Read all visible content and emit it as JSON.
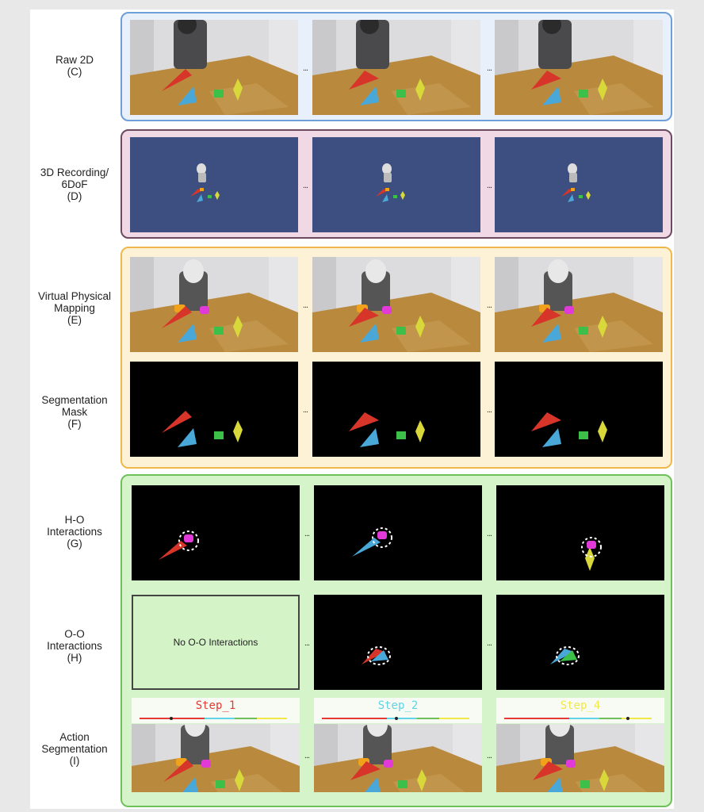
{
  "rows": {
    "raw2d": {
      "lines": [
        "Raw 2D",
        "(C)"
      ]
    },
    "recording3d": {
      "lines": [
        "3D Recording/",
        "6DoF",
        "(D)"
      ]
    },
    "vpm": {
      "lines": [
        "Virtual Physical",
        "Mapping",
        "(E)"
      ]
    },
    "segmask": {
      "lines": [
        "Segmentation",
        "Mask",
        "(F)"
      ]
    },
    "ho": {
      "lines": [
        "H-O",
        "Interactions",
        "(G)"
      ]
    },
    "oo": {
      "lines": [
        "O-O",
        "Interactions",
        "(H)"
      ]
    },
    "action": {
      "lines": [
        "Action",
        "Segmentation",
        "(I)"
      ]
    }
  },
  "ellipsis": "...",
  "no_oo_text": "No O-O Interactions",
  "steps": [
    {
      "label": "Step_1",
      "color": "#e53935"
    },
    {
      "label": "Step_2",
      "color": "#5fd3e8"
    },
    {
      "label": "Step_4",
      "color": "#f1e84a"
    }
  ],
  "colors": {
    "raw_border": "#6f9fd8",
    "raw_bg": "#e7f0fb",
    "rec_border": "#6b4a62",
    "rec_bg": "#f0d9e4",
    "vpm_border": "#f0b84a",
    "vpm_bg": "#fdf1d6",
    "int_border": "#6fbf5a",
    "int_bg": "#d6f4c9",
    "scene_blue": "#3c4f80"
  }
}
